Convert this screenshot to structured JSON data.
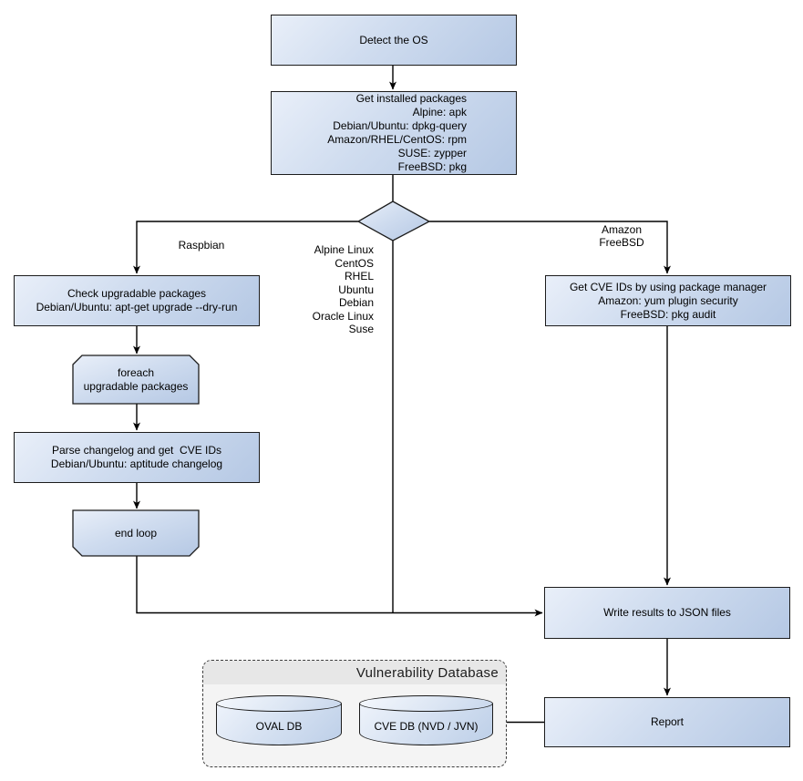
{
  "nodes": {
    "detect_os": {
      "label": "Detect the OS"
    },
    "get_installed_packages": {
      "lines": [
        "Get installed packages",
        "Alpine: apk",
        "Debian/Ubuntu: dpkg-query",
        "Amazon/RHEL/CentOS: rpm",
        "SUSE: zypper",
        "FreeBSD: pkg"
      ]
    },
    "check_upgradable": {
      "lines": [
        "Check upgradable packages",
        "Debian/Ubuntu: apt-get upgrade --dry-run"
      ]
    },
    "foreach_loop": {
      "lines": [
        "foreach",
        "upgradable  packages"
      ]
    },
    "parse_changelog": {
      "lines": [
        "Parse changelog and get  CVE IDs",
        "Debian/Ubuntu: aptitude changelog"
      ]
    },
    "end_loop": {
      "label": "end loop"
    },
    "get_cve_ids": {
      "lines": [
        "Get CVE IDs by using package manager",
        "Amazon: yum plugin security",
        "FreeBSD: pkg audit"
      ]
    },
    "write_results": {
      "label": "Write results to JSON files"
    },
    "report": {
      "label": "Report"
    }
  },
  "edge_labels": {
    "raspbian": "Raspbian",
    "os_list": [
      "Alpine Linux",
      "CentOS",
      "RHEL",
      "Ubuntu",
      "Debian",
      "Oracle Linux",
      "Suse"
    ],
    "amazon_freebsd": [
      "Amazon",
      "FreeBSD"
    ]
  },
  "database": {
    "title": "Vulnerability Database",
    "oval_db": "OVAL DB",
    "cve_db": "CVE DB (NVD / JVN)"
  },
  "colors": {
    "node_fill_light": "#e9eff9",
    "node_fill_dark": "#b5c8e4",
    "node_border": "#1c1c1c",
    "edge": "#000000",
    "group_fill": "#f4f4f4",
    "group_header_fill": "#e7e7e7"
  }
}
